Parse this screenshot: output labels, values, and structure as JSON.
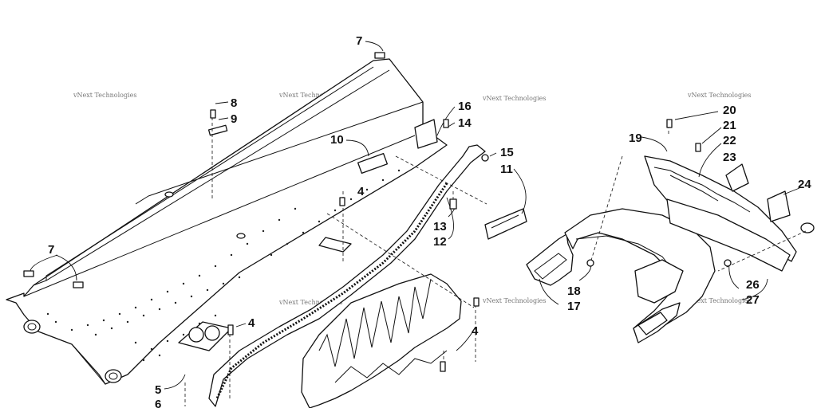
{
  "diagram": {
    "watermark": "vNext Technologies",
    "callouts": [
      {
        "id": "c7a",
        "label": "7"
      },
      {
        "id": "c8",
        "label": "8"
      },
      {
        "id": "c9",
        "label": "9"
      },
      {
        "id": "c10",
        "label": "10"
      },
      {
        "id": "c16",
        "label": "16"
      },
      {
        "id": "c14",
        "label": "14"
      },
      {
        "id": "c15",
        "label": "15"
      },
      {
        "id": "c11",
        "label": "11"
      },
      {
        "id": "c4a",
        "label": "4"
      },
      {
        "id": "c13",
        "label": "13"
      },
      {
        "id": "c12",
        "label": "12"
      },
      {
        "id": "c7b",
        "label": "7"
      },
      {
        "id": "c4b",
        "label": "4"
      },
      {
        "id": "c4c",
        "label": "4"
      },
      {
        "id": "c5",
        "label": "5"
      },
      {
        "id": "c6",
        "label": "6"
      },
      {
        "id": "c20",
        "label": "20"
      },
      {
        "id": "c19",
        "label": "19"
      },
      {
        "id": "c21",
        "label": "21"
      },
      {
        "id": "c22",
        "label": "22"
      },
      {
        "id": "c23",
        "label": "23"
      },
      {
        "id": "c24",
        "label": "24"
      },
      {
        "id": "c18",
        "label": "18"
      },
      {
        "id": "c17",
        "label": "17"
      },
      {
        "id": "c26",
        "label": "26"
      },
      {
        "id": "c27",
        "label": "27"
      }
    ]
  }
}
